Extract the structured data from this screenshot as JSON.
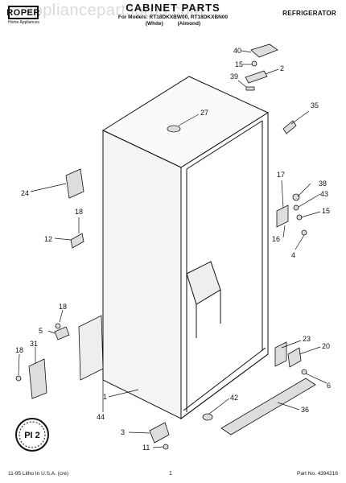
{
  "header": {
    "brand": "ROPER",
    "brand_sub": "Home Appliances",
    "title": "CABINET PARTS",
    "model_line": "For Models: RT18DKXBW00, RT18DKXBN00",
    "color_line": "(White) (Almond)",
    "category": "REFRIGERATOR",
    "watermark": "appliancepartspros.com"
  },
  "callouts": {
    "c40": "40",
    "c15a": "15",
    "c2": "2",
    "c39": "39",
    "c35": "35",
    "c27": "27",
    "c17": "17",
    "c38": "38",
    "c43": "43",
    "c15b": "15",
    "c16": "16",
    "c4": "4",
    "c24": "24",
    "c18a": "18",
    "c12": "12",
    "c18b": "18",
    "c5": "5",
    "c18c": "18",
    "c31": "31",
    "c23": "23",
    "c20": "20",
    "c6": "6",
    "c1": "1",
    "c44": "44",
    "c42": "42",
    "c36": "36",
    "c3": "3",
    "c11": "11"
  },
  "badge_text": "PI 2",
  "footer": {
    "litho": "11-95 Litho In U.S.A. (cre)",
    "page": "1",
    "part_no": "Part No. 4394216"
  }
}
